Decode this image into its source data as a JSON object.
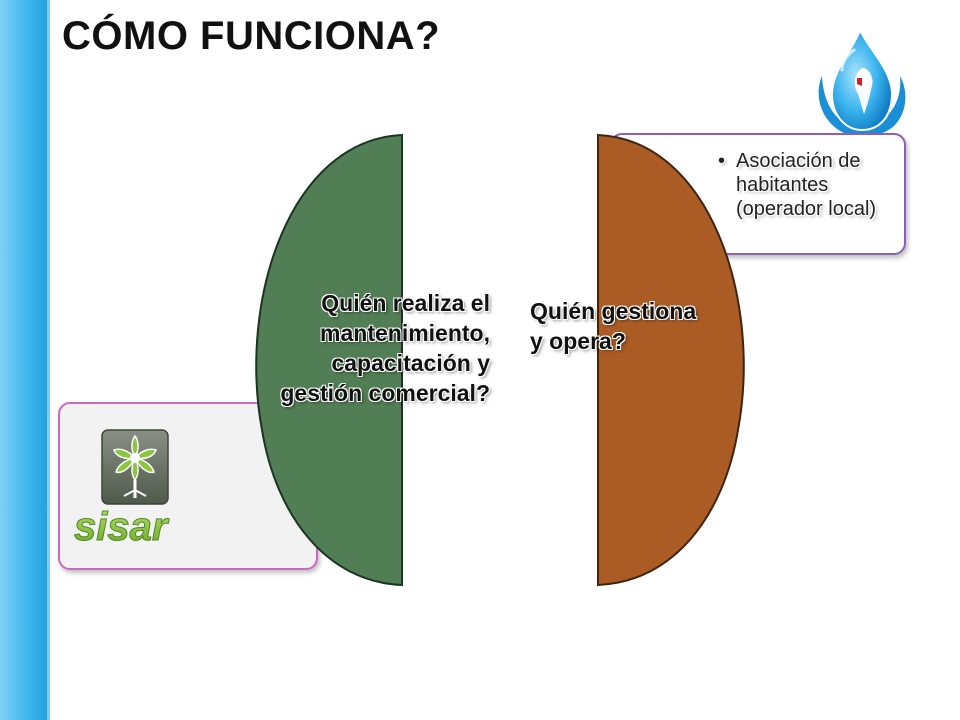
{
  "slide": {
    "title": "CÓMO FUNCIONA?"
  },
  "diagram": {
    "left_question": "Quién realiza el mantenimiento, capacitación y gestión comercial?",
    "right_question": "Quién gestiona y opera?",
    "right_items": [
      "Asociación de habitantes (operador local)"
    ],
    "bullet_glyph": "•",
    "left_half_color": "#527e55",
    "right_half_color": "#ab5c25",
    "left_card_border": "#c96ac0",
    "right_card_border": "#8e5fb8"
  },
  "logos": {
    "org_logo_icon": "water-drop-globe-icon",
    "sisar_logo_icon": "sisar-flower-logo",
    "sisar_text": "sisar"
  },
  "colors": {
    "sidebar": "#3fb5ec",
    "sisar_green": "#8cc63f",
    "drop_blue": "#1e9fe0"
  }
}
